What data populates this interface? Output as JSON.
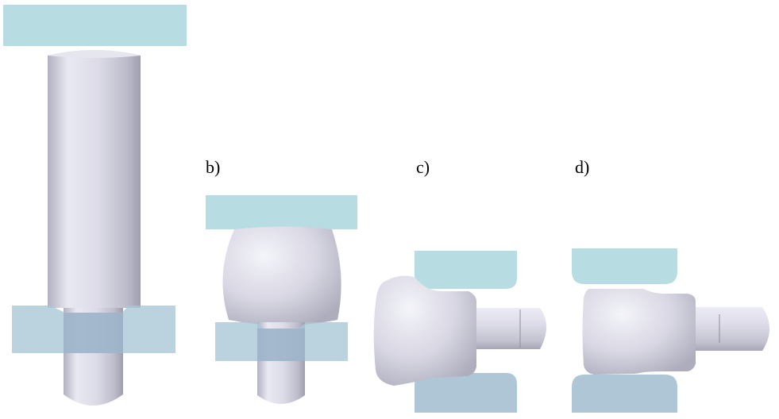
{
  "labels": {
    "b": "b)",
    "c": "c)",
    "d": "d)"
  },
  "colors": {
    "die_top": "#b7dde3",
    "die_bottom": "#aec6d6",
    "lower_die": "#aecfdb",
    "part_light": "#f2f2f8",
    "part_mid": "#d4d3e0",
    "part_dark": "#a7a6b6",
    "background": "#ffffff"
  }
}
